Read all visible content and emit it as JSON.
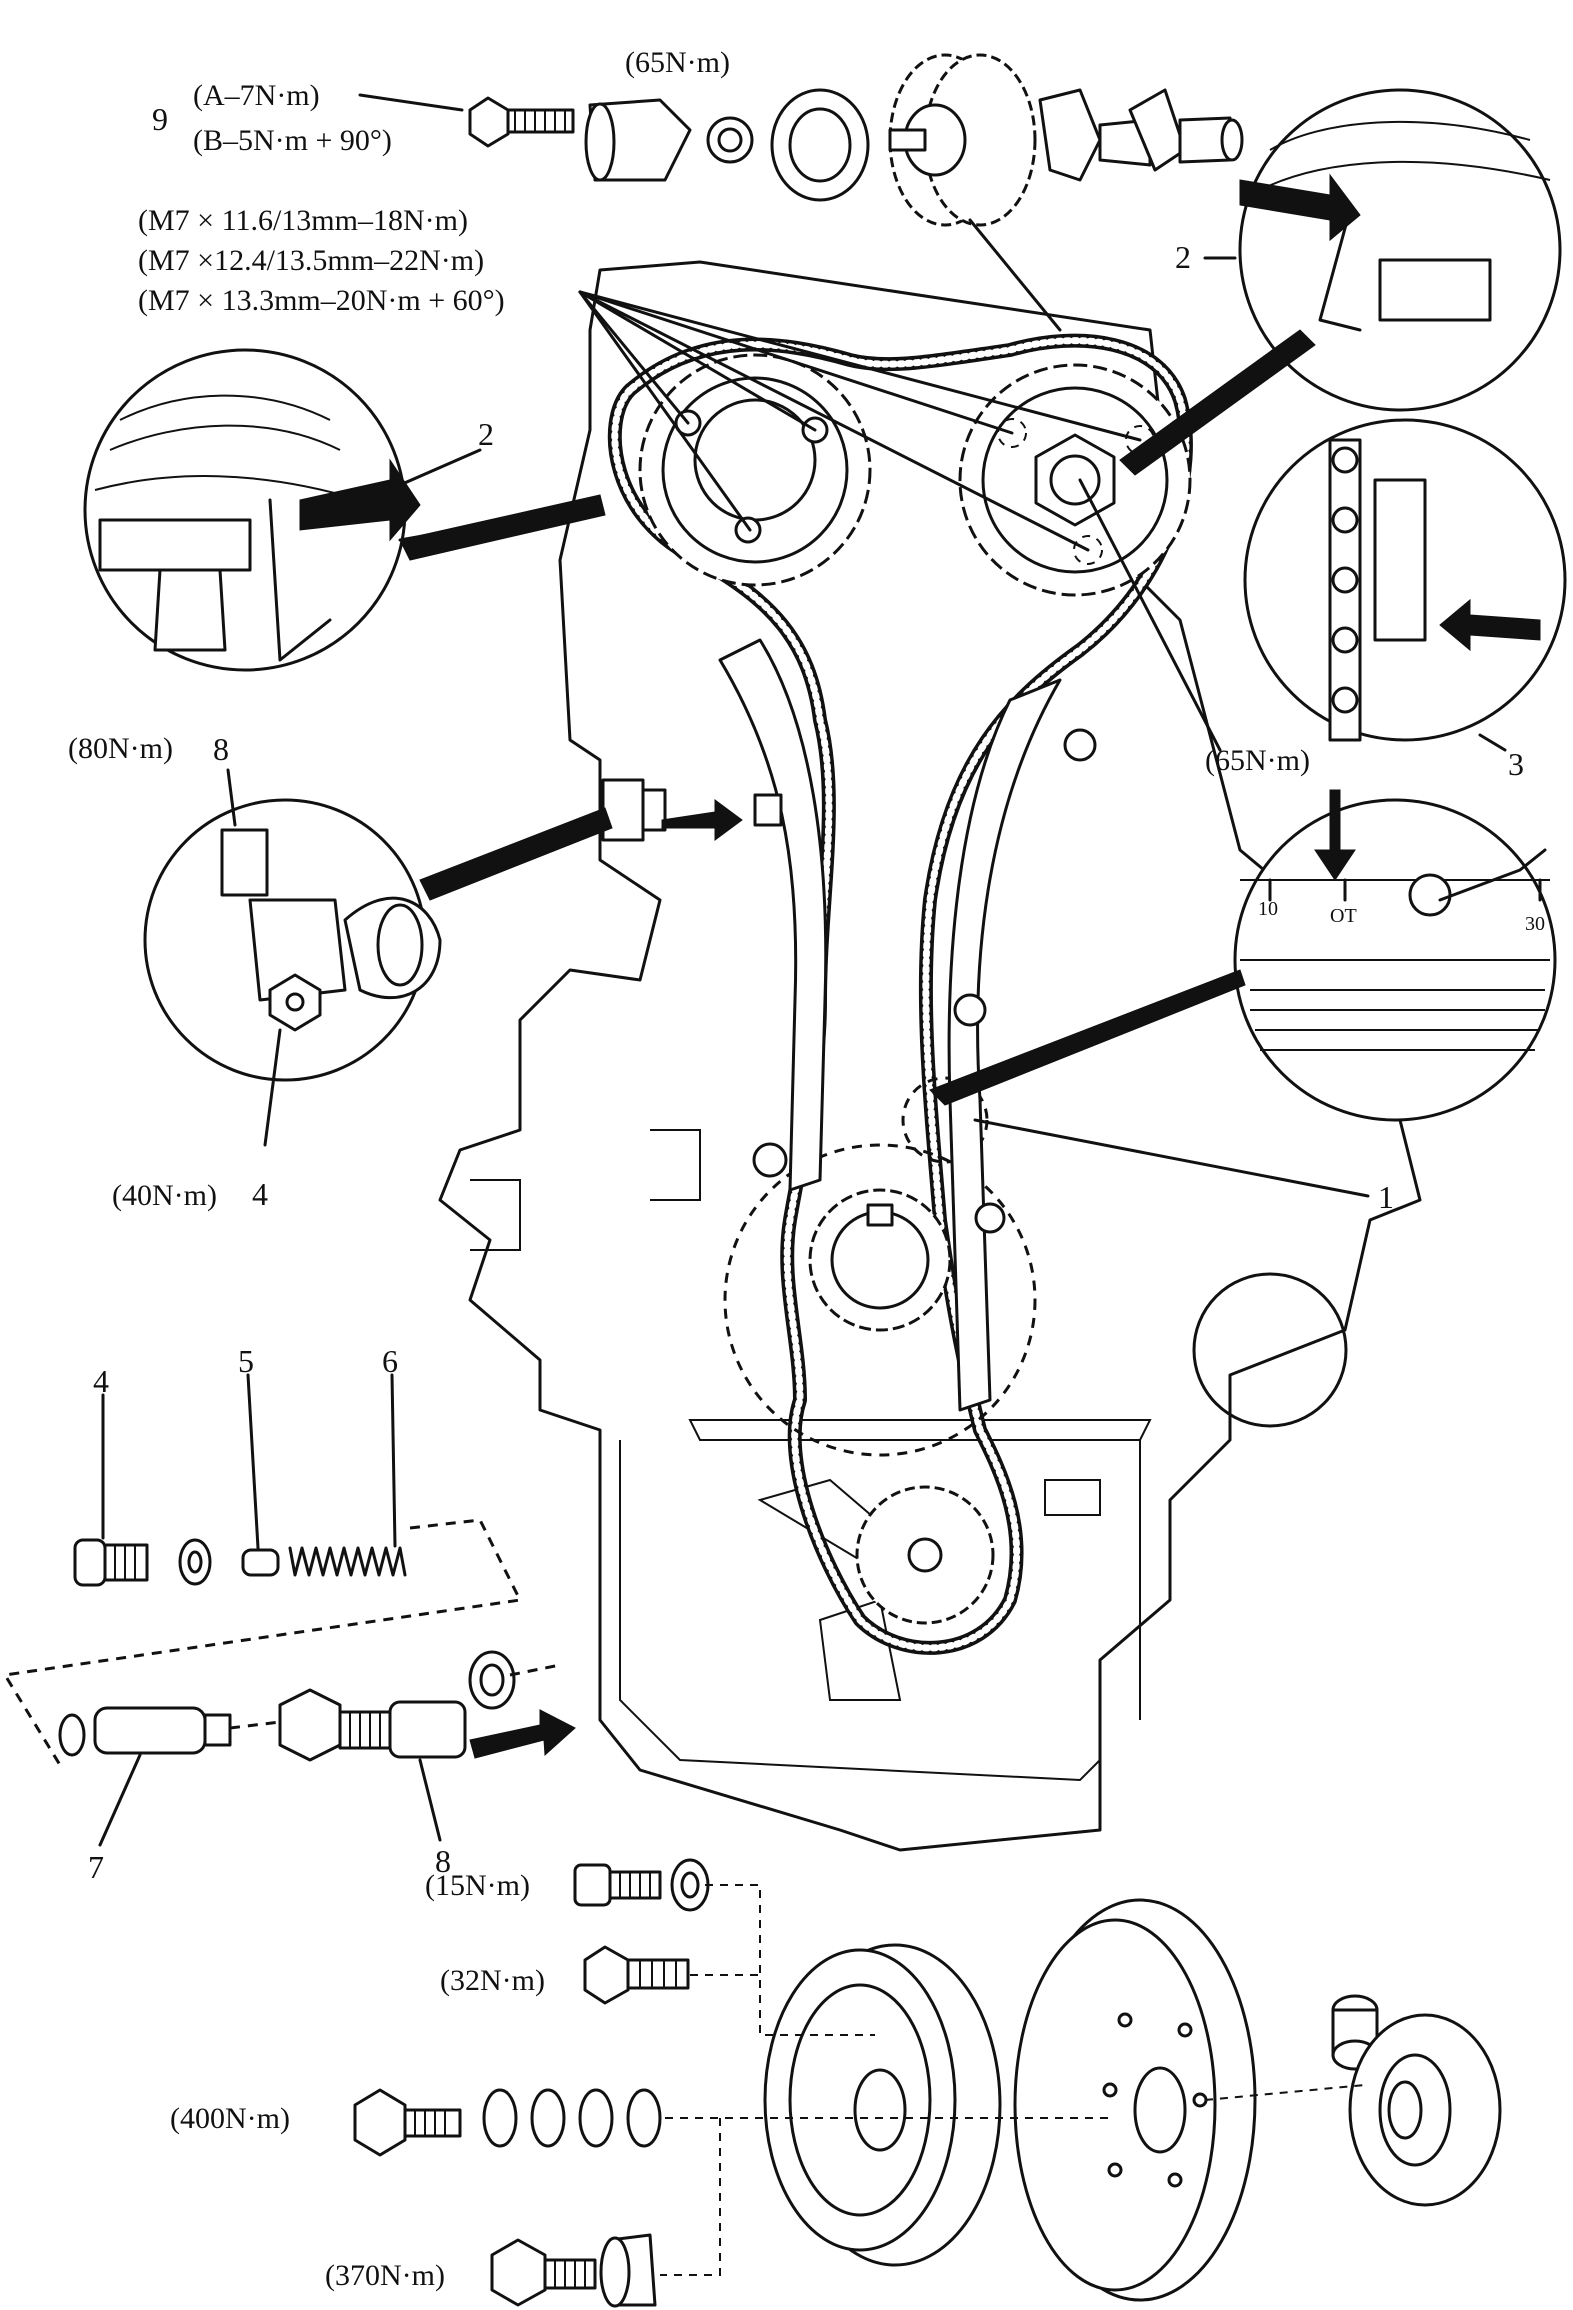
{
  "callouts": {
    "n1": "1",
    "n2_left": "2",
    "n2_right": "2",
    "n3": "3",
    "n4_detail": "4",
    "n4_parts": "4",
    "n5": "5",
    "n6": "6",
    "n7": "7",
    "n8_detail": "8",
    "n8_parts": "8",
    "n9": "9"
  },
  "torque": {
    "bolt9_a": "(A–7N·m)",
    "bolt9_b": "(B–5N·m + 90°)",
    "camshaft_top": "(65N·m)",
    "cam_bolts_1": "(M7 × 11.6/13mm–18N·m)",
    "cam_bolts_2": "(M7 ×12.4/13.5mm–22N·m)",
    "cam_bolts_3": "(M7 × 13.3mm–20N·m + 60°)",
    "cam_gear_bolt": "(65N·m)",
    "tensioner_body": "(80N·m)",
    "tensioner_plug": "(40N·m)",
    "pulley_15": "(15N·m)",
    "pulley_32": "(32N·m)",
    "crank_400": "(400N·m)",
    "crank_370": "(370N·m)"
  },
  "timing_scale": {
    "tick_10": "10",
    "tick_ot": "OT",
    "tick_30": "30"
  }
}
